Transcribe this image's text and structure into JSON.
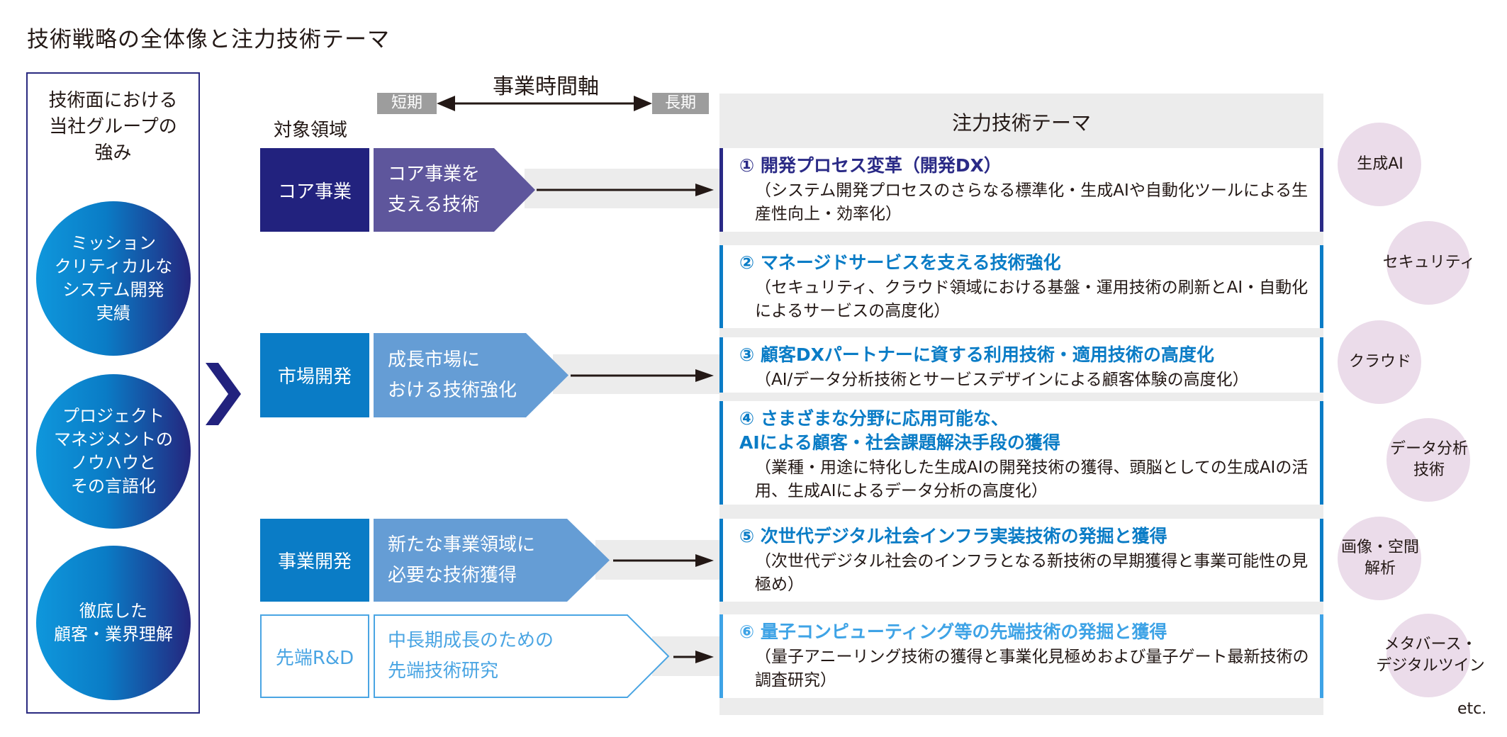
{
  "title": "技術戦略の全体像と注力技術テーマ",
  "strengths": {
    "heading": "技術面における\n当社グループの\n強み",
    "heading_lines": [
      "技術面における",
      "当社グループの",
      "強み"
    ],
    "items": [
      "ミッション\nクリティカルな\nシステム開発\n実績",
      "プロジェクト\nマネジメントの\nノウハウと\nその言語化",
      "徹底した\n顧客・業界理解"
    ]
  },
  "time_axis": {
    "title": "事業時間軸",
    "short_label": "短期",
    "long_label": "長期"
  },
  "domain_heading": "対象領域",
  "domains": [
    {
      "label": "コア事業",
      "focus": "コア事業を\n支える技術",
      "box_color": "#22227e",
      "shape_color": "#5e569c",
      "text_color": "#ffffff"
    },
    {
      "label": "市場開発",
      "focus": "成長市場に\nおける技術強化",
      "box_color": "#0a7cc6",
      "shape_color": "#659dd5",
      "text_color": "#ffffff"
    },
    {
      "label": "事業開発",
      "focus": "新たな事業領域に\n必要な技術獲得",
      "box_color": "#0a7cc6",
      "shape_color": "#659dd5",
      "text_color": "#ffffff"
    },
    {
      "label": "先端R&D",
      "focus": "中長期成長のための\n先端技術研究",
      "box_color": "#ffffff",
      "shape_color": "#ffffff",
      "text_color": "#4aa5e3",
      "outline": "#4aa5e3"
    }
  ],
  "themes_panel": {
    "title": "注力技術テーマ",
    "themes": [
      {
        "title": "① 開発プロセス変革（開発DX）",
        "desc": "（システム開発プロセスのさらなる標準化・生成AIや自動化ツールによる生産性向上・効率化）",
        "color": "#2a2a86"
      },
      {
        "title": "② マネージドサービスを支える技術強化",
        "desc": "（セキュリティ、クラウド領域における基盤・運用技術の刷新とAI・自動化によるサービスの高度化）",
        "color": "#0a7cc6"
      },
      {
        "title": "③ 顧客DXパートナーに資する利用技術・適用技術の高度化",
        "desc": "（AI/データ分析技術とサービスデザインによる顧客体験の高度化）",
        "color": "#0a7cc6"
      },
      {
        "title": "④ さまざまな分野に応用可能な、\nAIによる顧客・社会課題解決手段の獲得",
        "desc": "（業種・用途に特化した生成AIの開発技術の獲得、頭脳としての生成AIの活用、生成AIによるデータ分析の高度化）",
        "color": "#0a7cc6"
      },
      {
        "title": "⑤ 次世代デジタル社会インフラ実装技術の発掘と獲得",
        "desc": "（次世代デジタル社会のインフラとなる新技術の早期獲得と事業可能性の見極め）",
        "color": "#0a7cc6"
      },
      {
        "title": "⑥ 量子コンピューティング等の先端技術の発掘と獲得",
        "desc": "（量子アニーリング技術の獲得と事業化見極めおよび量子ゲート最新技術の調査研究）",
        "color": "#3ea3e6"
      }
    ]
  },
  "technologies": [
    "生成AI",
    "セキュリティ",
    "クラウド",
    "データ分析\n技術",
    "画像・空間\n解析",
    "メタバース・\nデジタルツイン"
  ],
  "etc_label": "etc.",
  "colors": {
    "navy": "#22227e",
    "purple": "#5e569c",
    "blue": "#0a7cc6",
    "light_blue": "#659dd5",
    "sky": "#4aa5e3",
    "panel_gray": "#ececec",
    "tag_gray": "#9d9d9d",
    "tech_pink": "#ebdcea"
  }
}
